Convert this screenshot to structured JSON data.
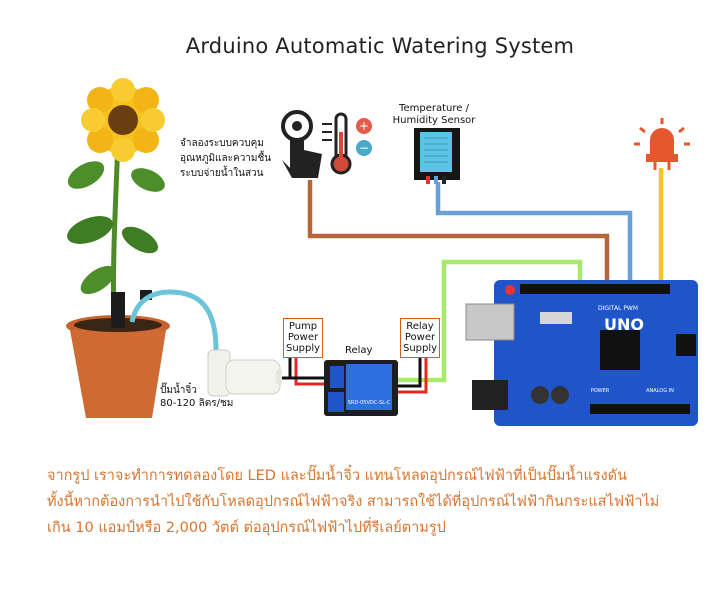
{
  "title": "Arduino Automatic Watering System",
  "sensor": {
    "label": "Temperature / Humidity Sensor"
  },
  "control": {
    "lines": [
      "จำลองระบบควบคุม",
      "อุณหภูมิและความชื้น",
      "ระบบจ่ายน้ำในสวน"
    ]
  },
  "pump_supply": {
    "lines": [
      "Pump",
      "Power",
      "Supply"
    ]
  },
  "relay_supply": {
    "lines": [
      "Relay",
      "Power",
      "Supply"
    ]
  },
  "relay": {
    "label": "Relay",
    "board_text": "SRD-05VDC-SL-C"
  },
  "pump": {
    "lines": [
      "ปั๊มน้ำจิ๋ว",
      "80-120 ลิตร/ชม"
    ]
  },
  "arduino": {
    "logo": "UNO",
    "brand": "DIGITAL PWM",
    "power_label": "POWER",
    "analog_label": "ANALOG IN"
  },
  "description": {
    "lines": [
      "จากรูป เราจะทำการทดลองโดย LED และปั๊มน้ำจิ๋ว แทนโหลดอุปกรณ์ไฟฟ้าที่เป็นปั๊มน้ำแรงดัน",
      "ทั้งนี้หากต้องการนำไปใช้กับโหลดอุปกรณ์ไฟฟ้าจริง สามารถใช้ได้ที่อุปกรณ์ไฟฟ้ากินกระแสไฟฟ้าไม่",
      "เกิน 10 แอมป์หรือ 2,000 วัตต์ ต่ออุปกรณ์ไฟฟ้าไปที่รีเลย์ตามรูป"
    ]
  },
  "colors": {
    "brown_wire": "#b5673a",
    "blue_wire": "#6aa0d8",
    "yellow_wire": "#f4c233",
    "green_wire": "#a8e86a",
    "red_wire": "#e12b1f",
    "text_orange": "#d7752f",
    "board_blue": "#1f55c9"
  }
}
